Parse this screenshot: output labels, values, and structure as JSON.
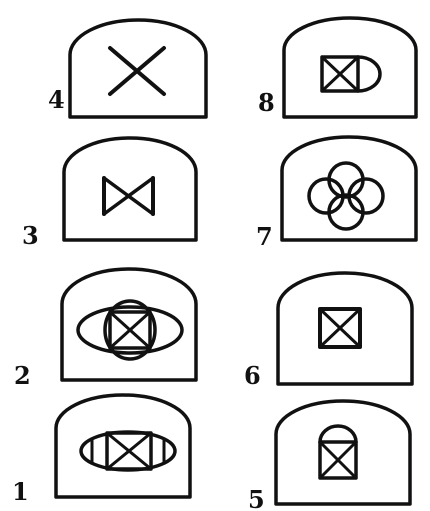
{
  "figure": {
    "ink_color": "#111111",
    "background_color": "#ffffff",
    "columns": [
      {
        "column": "left",
        "labels": [
          "4",
          "3",
          "2",
          "1"
        ]
      },
      {
        "column": "right",
        "labels": [
          "8",
          "7",
          "6",
          "5"
        ]
      }
    ],
    "cards": [
      {
        "label": "4",
        "symbol": "x-cross"
      },
      {
        "label": "3",
        "symbol": "bowtie-triangles"
      },
      {
        "label": "2",
        "symbol": "boxed-x-in-circle-and-ellipse"
      },
      {
        "label": "1",
        "symbol": "boxed-x-in-lens"
      },
      {
        "label": "8",
        "symbol": "boxed-x-with-half-circle"
      },
      {
        "label": "7",
        "symbol": "four-circle-cluster"
      },
      {
        "label": "6",
        "symbol": "boxed-x"
      },
      {
        "label": "5",
        "symbol": "boxed-x-with-arch"
      }
    ]
  }
}
